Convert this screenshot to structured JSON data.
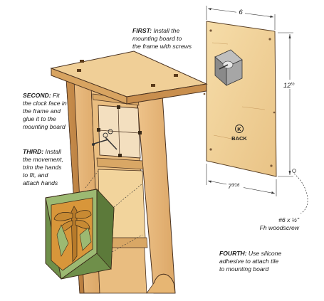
{
  "callouts": {
    "first": {
      "label": "FIRST:",
      "lines": [
        "Install the",
        "mounting board to",
        "the frame with screws"
      ]
    },
    "second": {
      "label": "SECOND:",
      "lines": [
        "Fit",
        "the clock face in",
        "the frame and",
        "glue it to the",
        "mounting board"
      ]
    },
    "third": {
      "label": "THIRD:",
      "lines": [
        "Install",
        "the movement,",
        "trim the hands",
        "to fit, and",
        "attach hands"
      ]
    },
    "fourth": {
      "label": "FOURTH:",
      "lines": [
        "Use silicone",
        "adhesive to attach tile",
        "to mounting board"
      ]
    },
    "screw": {
      "lines": [
        "#6 x ½\"",
        "Fh woodscrew"
      ]
    }
  },
  "dimensions": {
    "top_width": "6",
    "height_whole": "12",
    "height_frac": "½",
    "bottom_whole": "7",
    "bottom_frac": "3⁄16"
  },
  "board": {
    "back_marker": "K",
    "back_label": "BACK"
  },
  "colors": {
    "wood_light": "#f2d49c",
    "wood_mid": "#e2b372",
    "wood_dark": "#c98f4e",
    "tile_green": "#9ab870",
    "tile_orange": "#d89a3c",
    "outline": "#3a2a18"
  }
}
